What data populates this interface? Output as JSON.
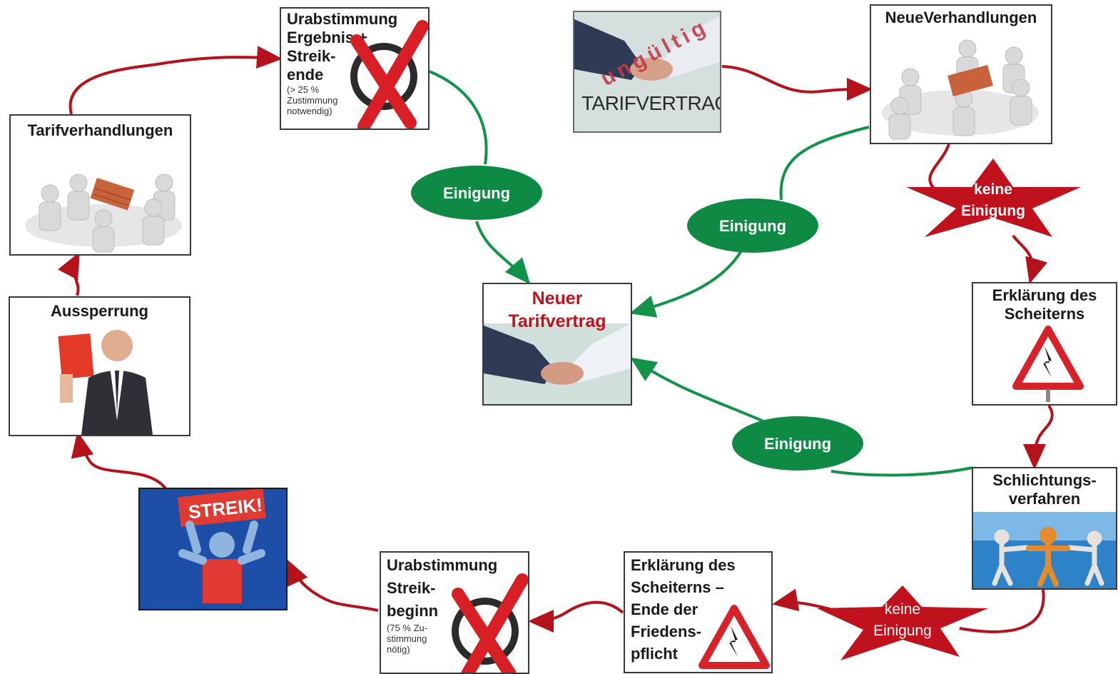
{
  "nodes": {
    "tarifverhandlungen": {
      "title": "Tarifverhandlungen"
    },
    "urabstimmung_ende": {
      "title_lines": [
        "Urabstimmung",
        "Ergebnis +",
        "Streik-",
        "ende"
      ],
      "note_lines": [
        "(> 25 %",
        "Zustimmung",
        "notwendig)"
      ]
    },
    "ungueltig": {
      "stamp": "ungültig",
      "doc": "TARIFVERTRAG"
    },
    "neue_verhandlungen": {
      "title": "NeueVerhandlungen"
    },
    "neuer_tarifvertrag": {
      "title_lines": [
        "Neuer",
        "Tarifvertrag"
      ]
    },
    "aussperrung": {
      "title": "Aussperrung"
    },
    "erklaerung_1": {
      "title_lines": [
        "Erklärung des",
        "Scheiterns"
      ]
    },
    "schlichtung": {
      "title_lines": [
        "Schlichtungs-",
        "verfahren"
      ]
    },
    "streik": {
      "sign": "STREIK!"
    },
    "urabstimmung_beginn": {
      "title_lines": [
        "Urabstimmung",
        "Streik-",
        "beginn"
      ],
      "note_lines": [
        "(75 % Zu-",
        "stimmung",
        "nötig)"
      ]
    },
    "erklaerung_2": {
      "title_lines": [
        "Erklärung des",
        "Scheiterns –",
        "Ende der",
        "Friedens-",
        "pflicht"
      ]
    }
  },
  "badges": {
    "einigung_1": "Einigung",
    "einigung_2": "Einigung",
    "einigung_3": "Einigung",
    "keine_1": [
      "keine",
      "Einigung"
    ],
    "keine_2": [
      "keine",
      "Einigung"
    ]
  },
  "colors": {
    "red_arrow": "#b5121b",
    "green_arrow": "#12934a",
    "green_badge": "#0f8a45",
    "red_star": "#c0121d",
    "title_red": "#c0121d",
    "streik_blue": "#1d4ea8"
  }
}
